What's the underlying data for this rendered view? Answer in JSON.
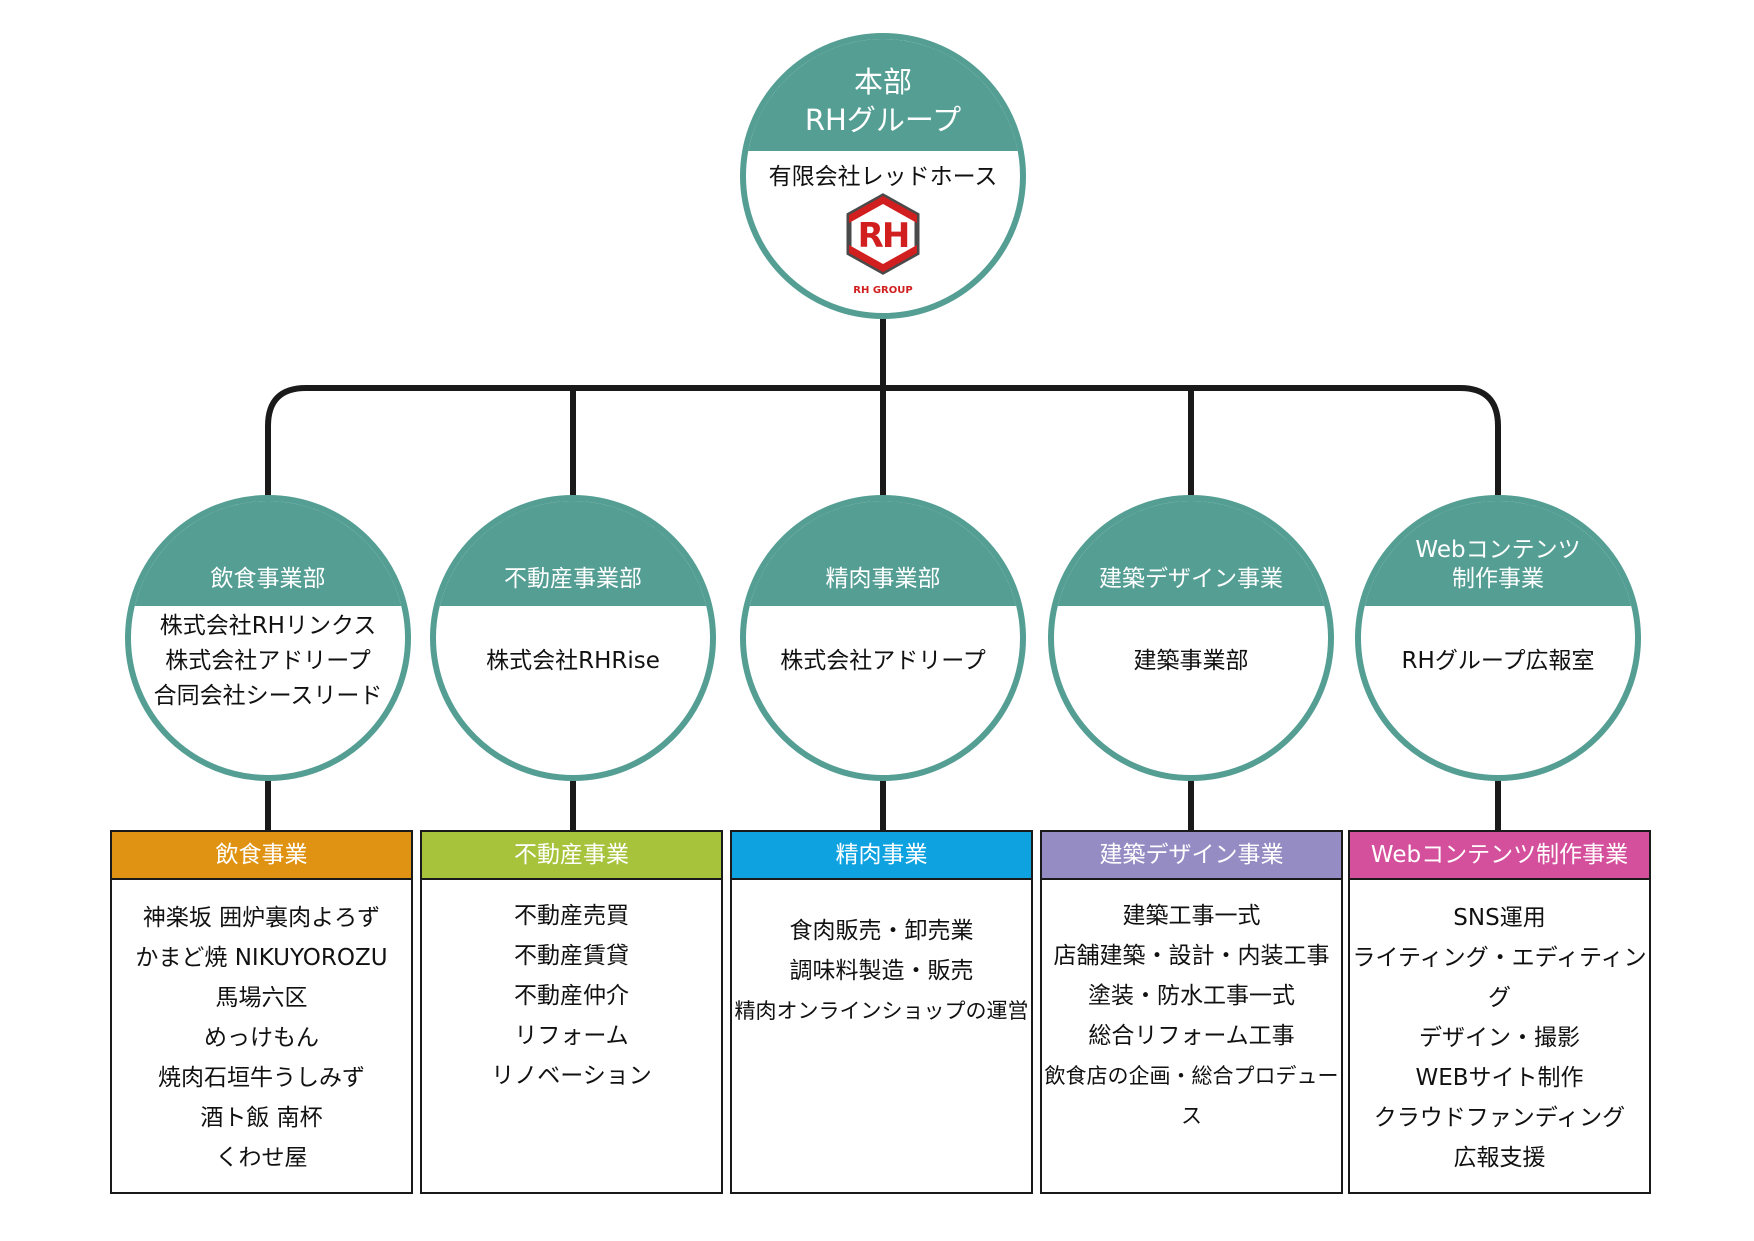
{
  "colors": {
    "teal": "#549e93",
    "line": "#1a1a1a",
    "food": "#e09312",
    "realestate": "#a6c33b",
    "meat": "#0ea2e0",
    "architecture": "#958cc4",
    "web": "#d5509c",
    "logo_red": "#d11f1f",
    "logo_gray": "#4a4a4a"
  },
  "root": {
    "title_lines": [
      "本部",
      "RHグループ"
    ],
    "company": "有限会社レッドホース",
    "logo": {
      "initials": "RH",
      "tagline": "RH GROUP"
    }
  },
  "divisions": [
    {
      "title_lines": [
        "飲食事業部"
      ],
      "companies": [
        "株式会社RHリンクス",
        "株式会社アドリープ",
        "合同会社シースリード"
      ],
      "business": {
        "title": "飲食事業",
        "color": "#e09312",
        "items": [
          "神楽坂 囲炉裏肉よろず",
          "かまど焼 NIKUYOROZU",
          "馬場六区",
          "めっけもん",
          "焼肉石垣牛うしみず",
          "酒ト飯 南杯",
          "くわせ屋"
        ]
      }
    },
    {
      "title_lines": [
        "不動産事業部"
      ],
      "companies": [
        "株式会社RHRise"
      ],
      "business": {
        "title": "不動産事業",
        "color": "#a6c33b",
        "items": [
          "不動産売買",
          "不動産賃貸",
          "不動産仲介",
          "リフォーム",
          "リノベーション"
        ]
      }
    },
    {
      "title_lines": [
        "精肉事業部"
      ],
      "companies": [
        "株式会社アドリープ"
      ],
      "business": {
        "title": "精肉事業",
        "color": "#0ea2e0",
        "items": [
          "食肉販売・卸売業",
          "調味料製造・販売",
          "精肉オンラインショップの運営"
        ]
      }
    },
    {
      "title_lines": [
        "建築デザイン事業"
      ],
      "companies": [
        "建築事業部"
      ],
      "business": {
        "title": "建築デザイン事業",
        "color": "#958cc4",
        "items": [
          "建築工事一式",
          "店舗建築・設計・内装工事",
          "塗装・防水工事一式",
          "総合リフォーム工事",
          "飲食店の企画・総合プロデュース"
        ]
      }
    },
    {
      "title_lines": [
        "Webコンテンツ",
        "制作事業"
      ],
      "companies": [
        "RHグループ広報室"
      ],
      "business": {
        "title": "Webコンテンツ制作事業",
        "color": "#d5509c",
        "items": [
          "SNS運用",
          "ライティング・エディティング",
          "デザイン・撮影",
          "WEBサイト制作",
          "クラウドファンディング",
          "広報支援"
        ]
      }
    }
  ]
}
